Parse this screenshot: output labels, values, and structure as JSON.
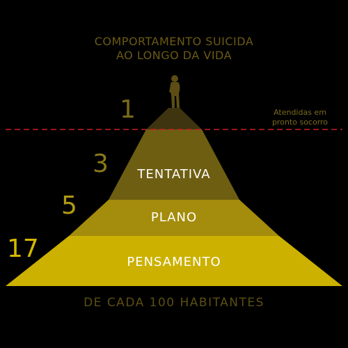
{
  "title": {
    "line1": "COMPORTAMENTO SUICIDA",
    "line2": "AO LONGO DA VIDA"
  },
  "er_annotation": {
    "line1": "Atendidas em",
    "line2": "pronto socorro"
  },
  "layers": [
    {
      "id": "attended",
      "count": "1",
      "label": ""
    },
    {
      "id": "tentativa",
      "count": "3",
      "label": "TENTATIVA"
    },
    {
      "id": "plano",
      "count": "5",
      "label": "PLANO"
    },
    {
      "id": "pensamento",
      "count": "17",
      "label": "PENSAMENTO"
    }
  ],
  "footer": "DE CADA 100 HABITANTES",
  "colors": {
    "tier_top": "#3e3410",
    "tier_tentativa": "#6e5e12",
    "tier_plano": "#a48c0c",
    "tier_pensamento": "#ccb100",
    "dashed_line": "#cc1f1f",
    "figure": "#5c4d14"
  },
  "icons": {
    "figure": "person-standing-bowed-icon"
  }
}
